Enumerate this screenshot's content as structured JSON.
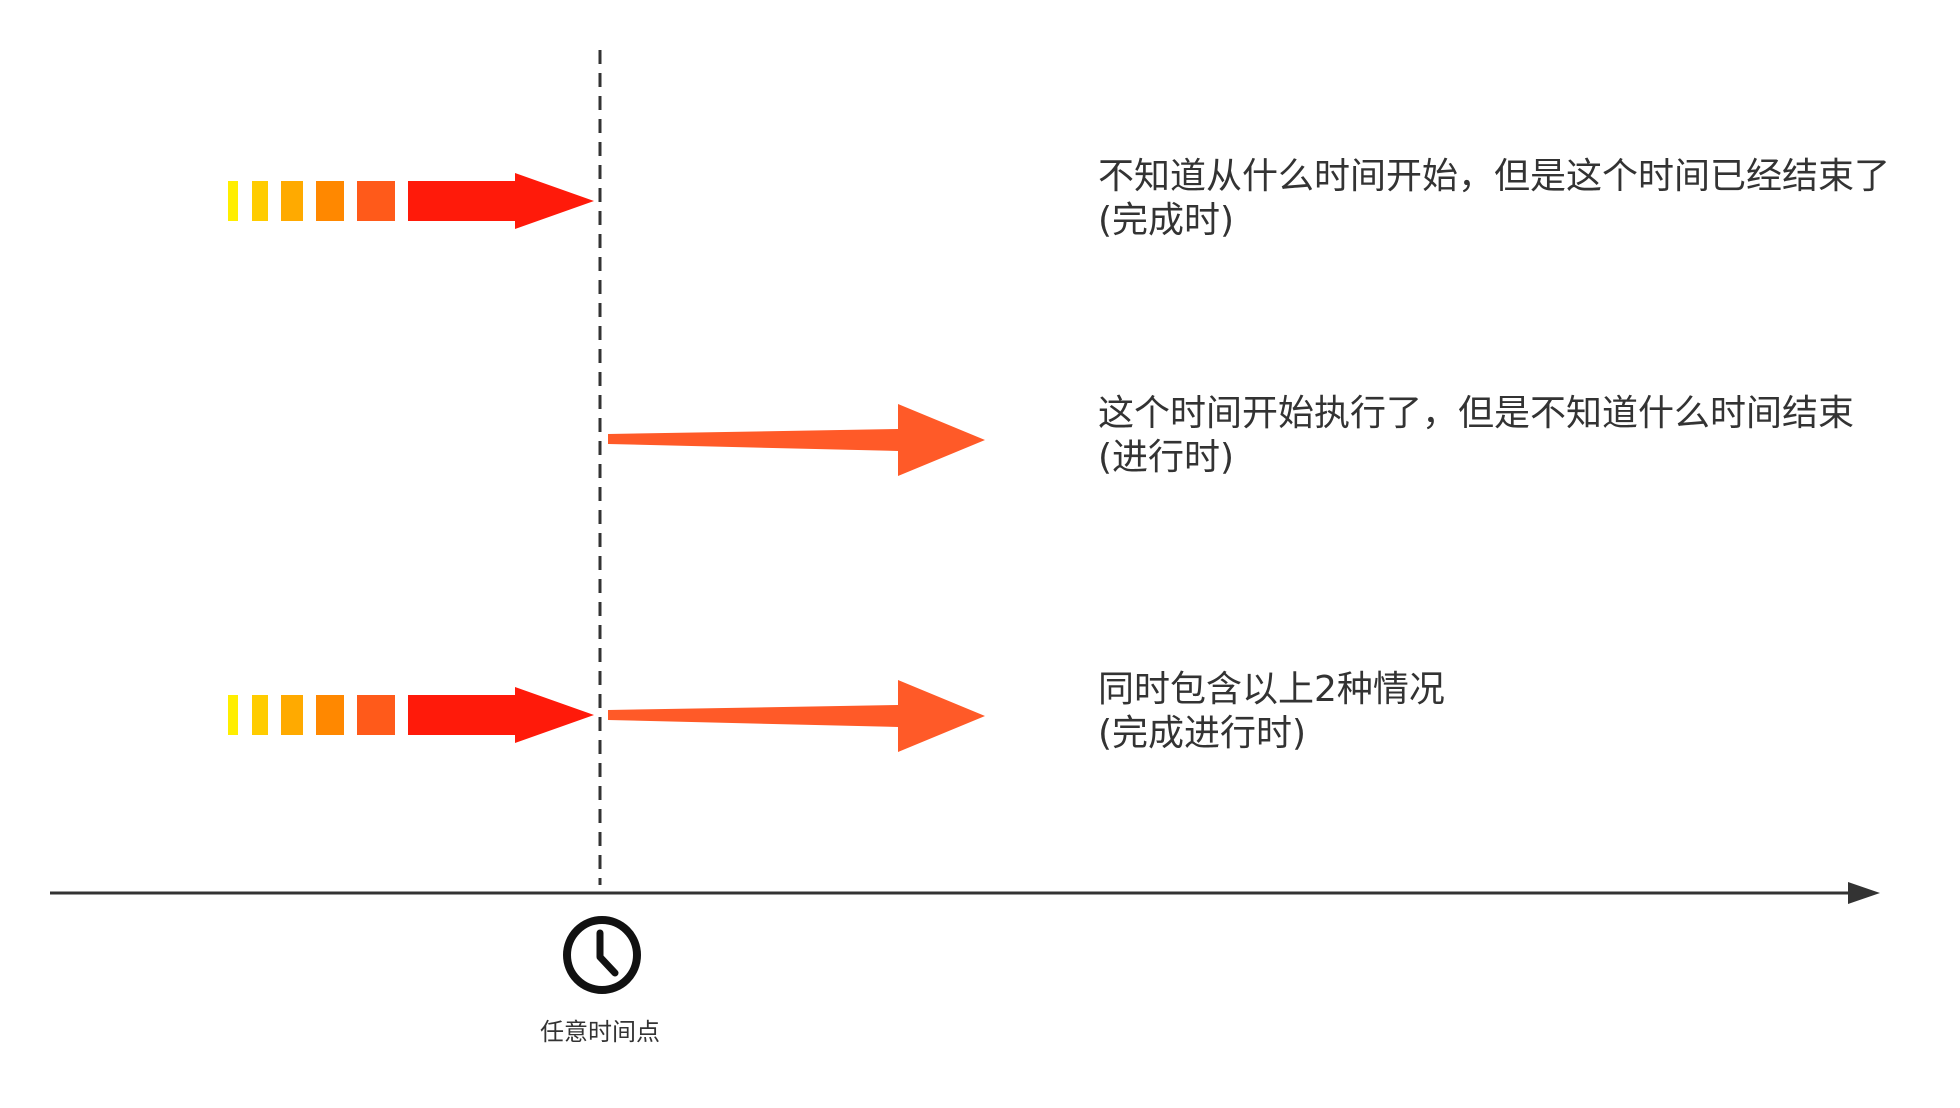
{
  "rows": [
    {
      "line1": "不知道从什么时间开始，但是这个时间已经结束了",
      "line2": "(完成时)"
    },
    {
      "line1": "这个时间开始执行了，但是不知道什么时间结束",
      "line2": "(进行时)"
    },
    {
      "line1": "同时包含以上2种情况",
      "line2": "(完成进行时)"
    }
  ],
  "marker": {
    "label": "任意时间点",
    "icon": "clock-icon"
  },
  "colors": {
    "past_stripes": [
      "#ffee00",
      "#ffcc00",
      "#ffaa00",
      "#ff8800",
      "#ff5a1a"
    ],
    "past_arrow": "#ff1a0a",
    "future_arrow": "#ff5a28",
    "axis": "#333333",
    "dashed_line": "#333333"
  }
}
